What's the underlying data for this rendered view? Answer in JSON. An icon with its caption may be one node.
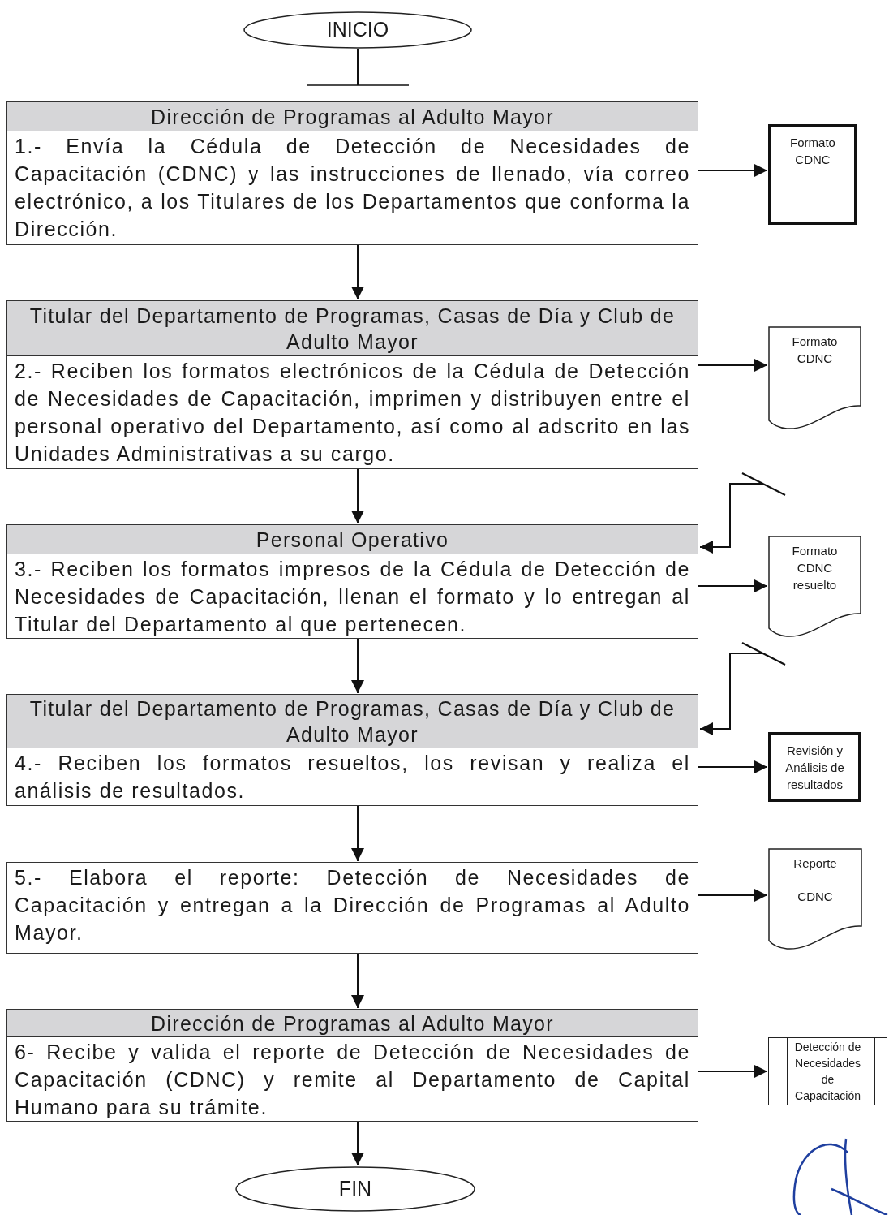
{
  "diagram": {
    "nodes": [
      {
        "text": [
          "INICIO"
        ]
      },
      {
        "text": [
          "Dirección de Programas al Adulto Mayor",
          "1.- Envía la Cédula de Detección de Necesidades de Capacitación (CDNC) y las instrucciones de llenado, vía correo electrónico, a los Titulares de los Departamentos que conforma la Dirección."
        ]
      },
      {
        "text": [
          "Formato CDNC"
        ]
      },
      {
        "text": [
          "Titular del Departamento de Programas, Casas de Día y Club de Adulto Mayor",
          "2.- Reciben los formatos electrónicos de la Cédula de Detección de Necesidades de Capacitación, imprimen y distribuyen entre el personal operativo del Departamento, así como al adscrito en las Unidades Administrativas a su cargo."
        ]
      },
      {
        "text": [
          "Formato CDNC"
        ]
      },
      {
        "text": [
          "Personal Operativo",
          "3.- Reciben los formatos impresos de la Cédula de Detección de Necesidades de Capacitación, llenan el formato y lo entregan al Titular del Departamento al que pertenecen."
        ]
      },
      {
        "text": [
          "Formato CDNC resuelto"
        ]
      },
      {
        "text": [
          "Titular del Departamento de Programas, Casas de Día y Club de Adulto Mayor",
          "4.- Reciben los formatos resueltos, los revisan y realiza el análisis de resultados."
        ]
      },
      {
        "text": [
          "Revisión y Análisis de resultados"
        ]
      },
      {
        "text": [
          "5.- Elabora el reporte: Detección de Necesidades de Capacitación y entregan a la Dirección de Programas al Adulto Mayor."
        ]
      },
      {
        "text": [
          "Reporte",
          "CDNC"
        ]
      },
      {
        "text": [
          "Dirección de Programas al Adulto Mayor",
          "6- Recibe y valida el reporte de Detección de Necesidades de Capacitación (CDNC) y remite al Departamento de Capital Humano para su trámite."
        ]
      },
      {
        "text": [
          "Detección de Necesidades de Capacitación"
        ]
      },
      {
        "text": [
          "FIN"
        ]
      }
    ],
    "edges": [
      {
        "from": 0,
        "to": 1,
        "arrow": "other"
      },
      {
        "from": 1,
        "to": 2,
        "arrow": "to"
      },
      {
        "from": 1,
        "to": 3,
        "arrow": "to"
      },
      {
        "from": 3,
        "to": 4,
        "arrow": "to"
      },
      {
        "from": 3,
        "to": 5,
        "arrow": "to"
      },
      {
        "from": null,
        "to": 5,
        "arrow": "to"
      },
      {
        "from": 5,
        "to": 6,
        "arrow": "to"
      },
      {
        "from": 5,
        "to": 7,
        "arrow": "to"
      },
      {
        "from": null,
        "to": 7,
        "arrow": "to"
      },
      {
        "from": 7,
        "to": 8,
        "arrow": "to"
      },
      {
        "from": 7,
        "to": 9,
        "arrow": "to"
      },
      {
        "from": 9,
        "to": 10,
        "arrow": "to"
      },
      {
        "from": 9,
        "to": 11,
        "arrow": "to"
      },
      {
        "from": 11,
        "to": 12,
        "arrow": "to"
      },
      {
        "from": 11,
        "to": 13,
        "arrow": "to"
      }
    ]
  }
}
